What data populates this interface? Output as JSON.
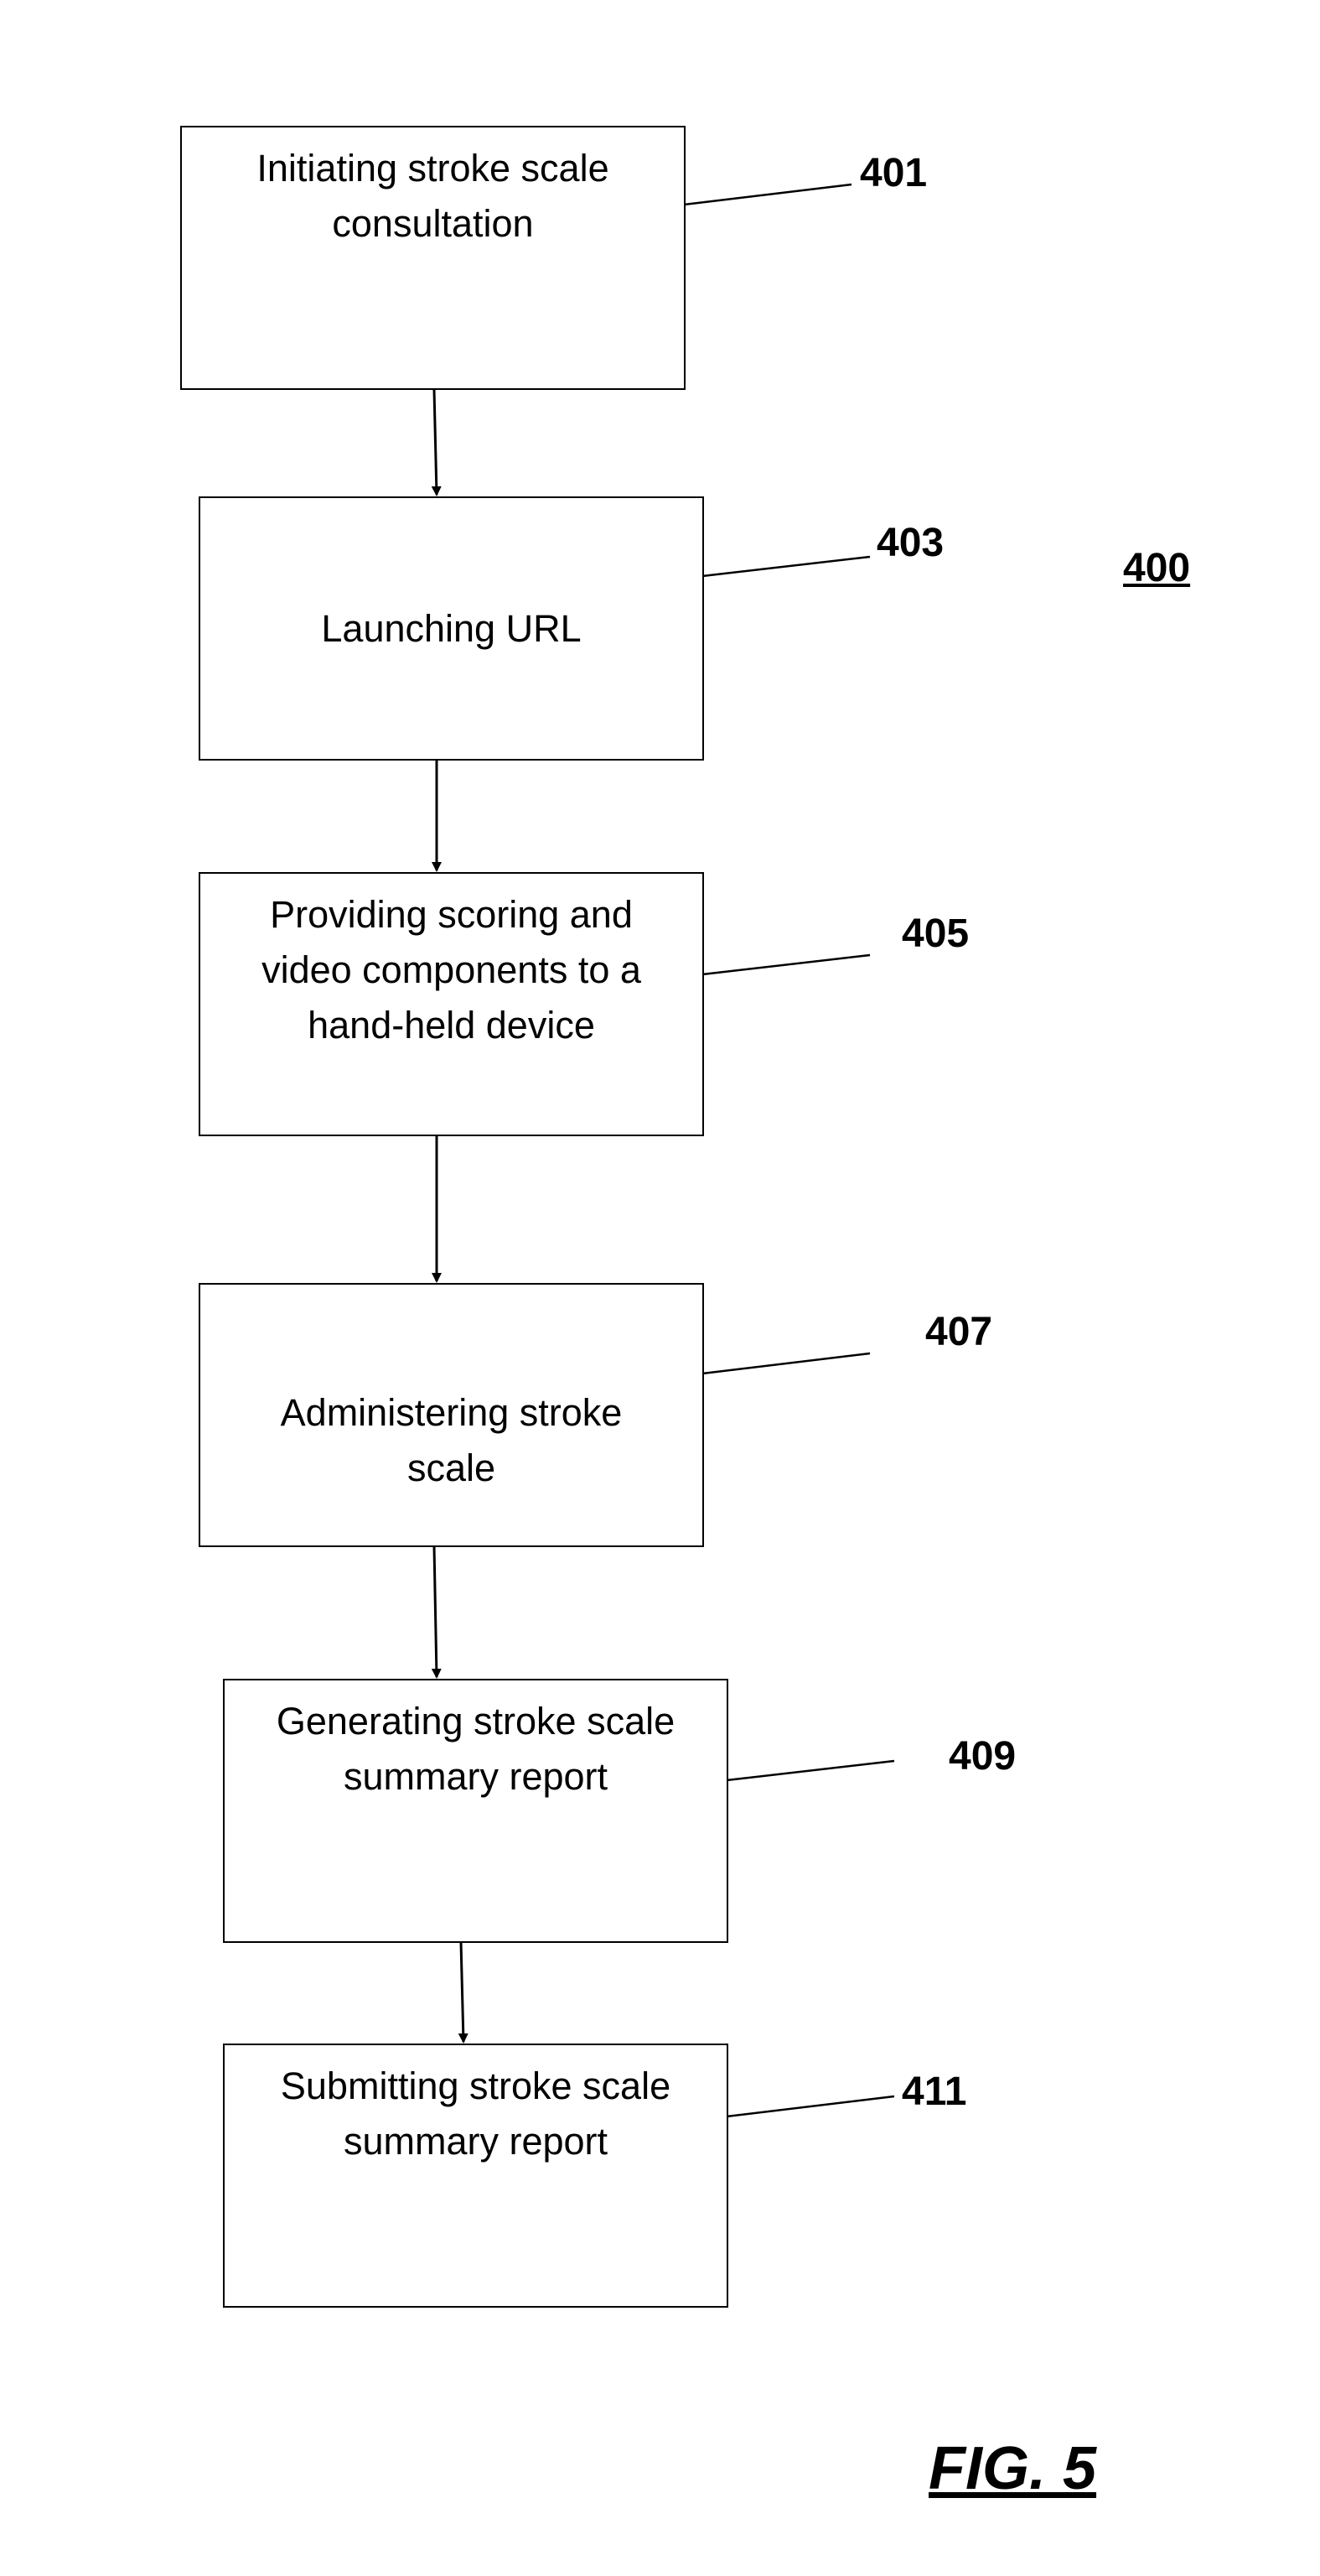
{
  "figure": {
    "number": "400",
    "caption": "FIG. 5"
  },
  "steps": [
    {
      "ref": "401",
      "label": "Initiating stroke scale\nconsultation"
    },
    {
      "ref": "403",
      "label": "Launching URL"
    },
    {
      "ref": "405",
      "label": "Providing scoring and\nvideo components to a\nhand-held device"
    },
    {
      "ref": "407",
      "label": "Administering stroke\nscale"
    },
    {
      "ref": "409",
      "label": "Generating stroke scale\nsummary report"
    },
    {
      "ref": "411",
      "label": "Submitting stroke scale\nsummary report"
    }
  ]
}
